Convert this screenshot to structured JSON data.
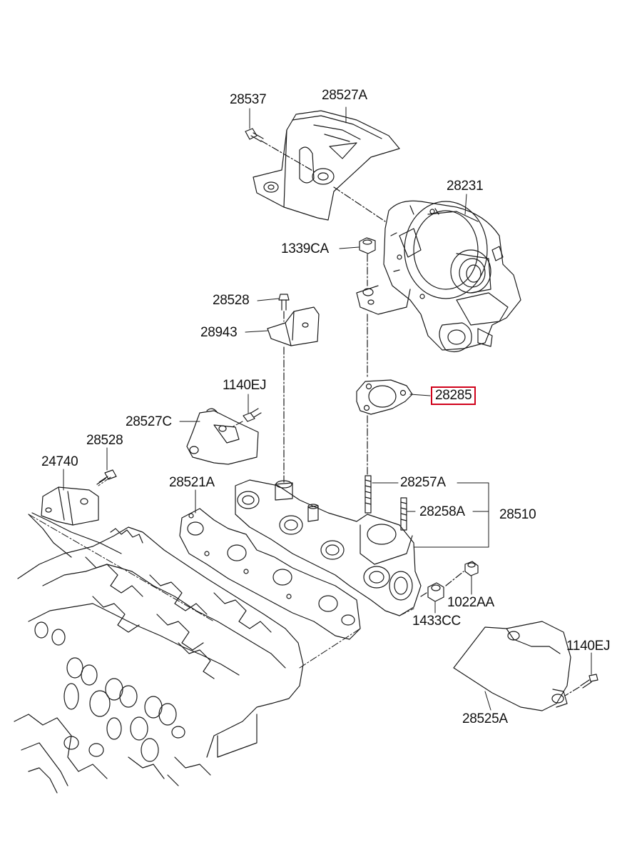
{
  "labels": {
    "l28537": "28537",
    "l28527A": "28527A",
    "l28231": "28231",
    "l1339CA": "1339CA",
    "l28528_top": "28528",
    "l28943": "28943",
    "l28285": "28285",
    "l1140EJ_mid": "1140EJ",
    "l28527C": "28527C",
    "l28528_left": "28528",
    "l24740": "24740",
    "l28521A": "28521A",
    "l28257A": "28257A",
    "l28258A": "28258A",
    "l28510": "28510",
    "l1022AA": "1022AA",
    "l1433CC": "1433CC",
    "l1140EJ_right": "1140EJ",
    "l28525A": "28525A"
  },
  "highlight": {
    "part": "28285",
    "color": "#d0021b"
  }
}
